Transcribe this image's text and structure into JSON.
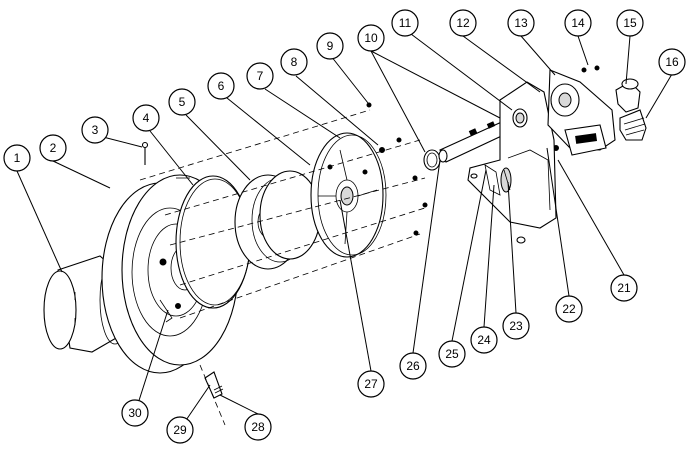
{
  "diagram": {
    "callouts": [
      {
        "id": "1",
        "label": "1"
      },
      {
        "id": "2",
        "label": "2"
      },
      {
        "id": "3",
        "label": "3"
      },
      {
        "id": "4",
        "label": "4"
      },
      {
        "id": "5",
        "label": "5"
      },
      {
        "id": "6",
        "label": "6"
      },
      {
        "id": "7",
        "label": "7"
      },
      {
        "id": "8",
        "label": "8"
      },
      {
        "id": "9",
        "label": "9"
      },
      {
        "id": "10",
        "label": "10"
      },
      {
        "id": "11",
        "label": "11"
      },
      {
        "id": "12",
        "label": "12"
      },
      {
        "id": "13",
        "label": "13"
      },
      {
        "id": "14",
        "label": "14"
      },
      {
        "id": "15",
        "label": "15"
      },
      {
        "id": "16",
        "label": "16"
      },
      {
        "id": "21",
        "label": "21"
      },
      {
        "id": "22",
        "label": "22"
      },
      {
        "id": "23",
        "label": "23"
      },
      {
        "id": "24",
        "label": "24"
      },
      {
        "id": "25",
        "label": "25"
      },
      {
        "id": "26",
        "label": "26"
      },
      {
        "id": "27",
        "label": "27"
      },
      {
        "id": "28",
        "label": "28"
      },
      {
        "id": "29",
        "label": "29"
      },
      {
        "id": "30",
        "label": "30"
      }
    ]
  }
}
